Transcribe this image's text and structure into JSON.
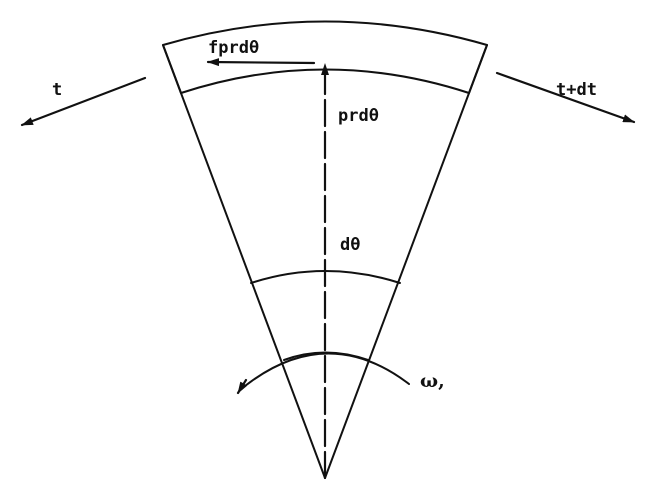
{
  "labels": {
    "tension_left": "t",
    "tension_right": "t+dt",
    "friction_force": "fprdθ",
    "normal_force": "prdθ",
    "angle": "dθ",
    "angular_velocity": "ω,"
  },
  "colors": {
    "ink": "#111111",
    "background": "#ffffff"
  }
}
